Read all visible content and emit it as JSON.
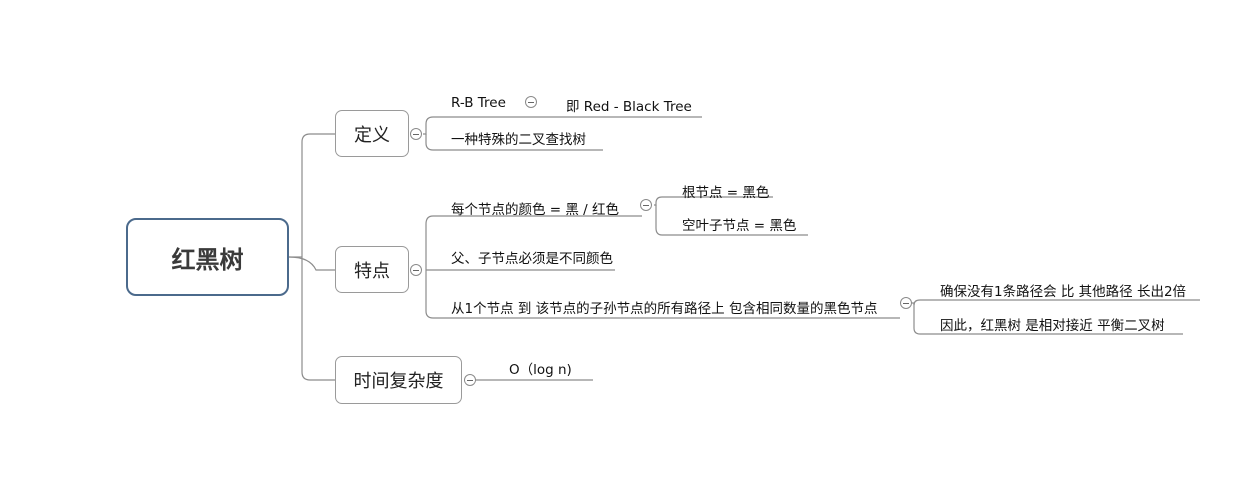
{
  "root": {
    "label": "红黑树"
  },
  "definition": {
    "label": "定义",
    "rb_tree": "R-B Tree",
    "rb_full": "即 Red - Black Tree",
    "special_bst": "一种特殊的二叉查找树"
  },
  "features": {
    "label": "特点",
    "color_rule": "每个节点的颜色 =  黑 / 红色",
    "root_black": "根节点 = 黑色",
    "nil_black": "空叶子节点 = 黑色",
    "parent_child": "父、子节点必须是不同颜色",
    "black_count": "从1个节点 到 该节点的子孙节点的所有路径上 包含相同数量的黑色节点",
    "no_path_double": "确保没有1条路径会 比 其他路径 长出2倍",
    "nearly_balanced": "因此，红黑树 是相对接近 平衡二叉树"
  },
  "complexity": {
    "label": "时间复杂度",
    "value": "O（log n)"
  },
  "icons": {
    "collapse": "collapse-minus-icon"
  },
  "colors": {
    "root_border": "#4b6a8c",
    "node_border": "#9a9a9a",
    "connector": "#8c8c8c"
  }
}
